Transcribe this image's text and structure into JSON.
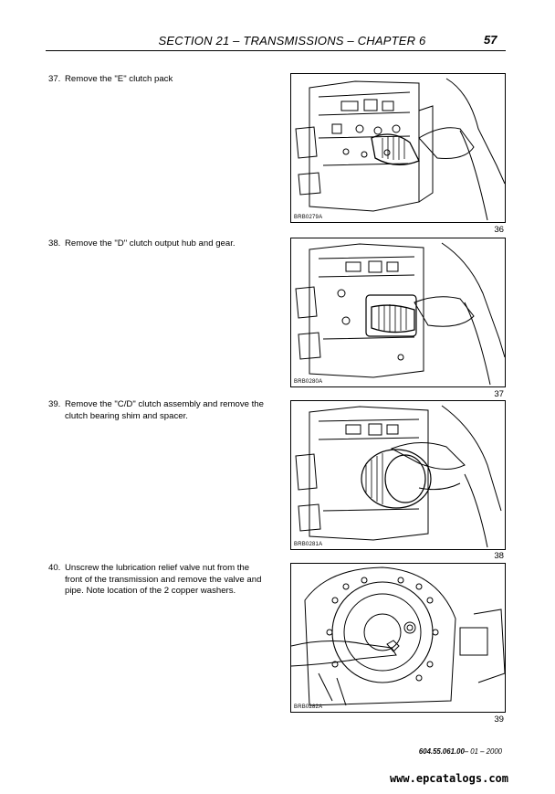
{
  "header": {
    "section_title": "SECTION 21 – TRANSMISSIONS – CHAPTER 6",
    "page_number": "57"
  },
  "steps": [
    {
      "number": "37.",
      "text": "Remove the \"E\" clutch pack"
    },
    {
      "number": "38.",
      "text": "Remove the \"D\" clutch output hub and gear."
    },
    {
      "number": "39.",
      "text": "Remove the \"C/D\" clutch assembly and remove the clutch bearing shim and spacer."
    },
    {
      "number": "40.",
      "text": "Unscrew the lubrication relief valve nut from the front of the transmission and remove the valve and pipe.  Note location of the 2 copper washers."
    }
  ],
  "figures": [
    {
      "code": "BRB0279A",
      "number": "36"
    },
    {
      "code": "BRB0280A",
      "number": "37"
    },
    {
      "code": "BRB0281A",
      "number": "38"
    },
    {
      "code": "BRB0282A",
      "number": "39"
    }
  ],
  "footer": {
    "doc_code": "604.55.061.00",
    "doc_date": "– 01 – 2000"
  },
  "watermark": "www.epcatalogs.com"
}
